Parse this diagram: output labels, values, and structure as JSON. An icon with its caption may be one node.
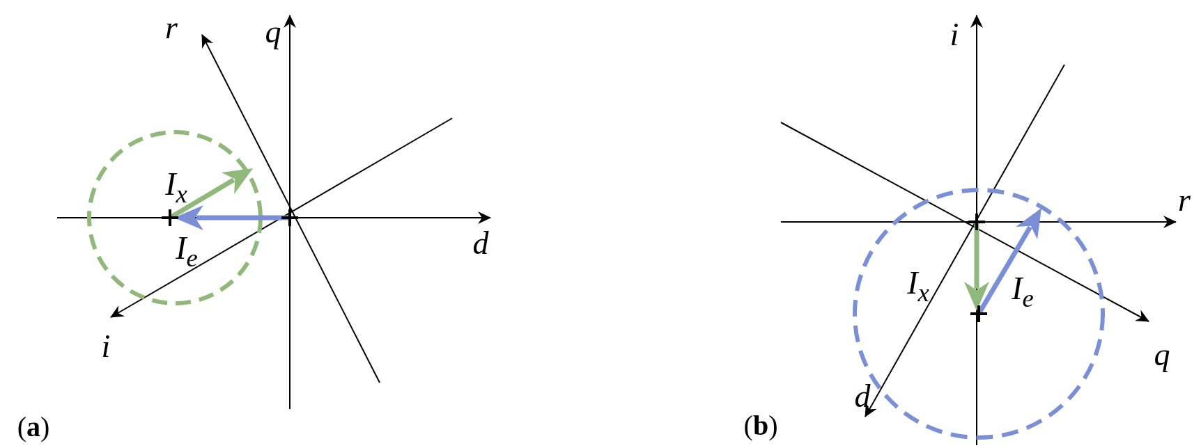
{
  "diagram": {
    "labels": [
      "r",
      "q",
      "I$_{x}$",
      "d",
      "I$_{e}$",
      "i",
      "(**a**)",
      "i",
      "r",
      "I$_{x}$",
      "I$_{e}$",
      "q",
      "d",
      "(**b**)"
    ]
  }
}
